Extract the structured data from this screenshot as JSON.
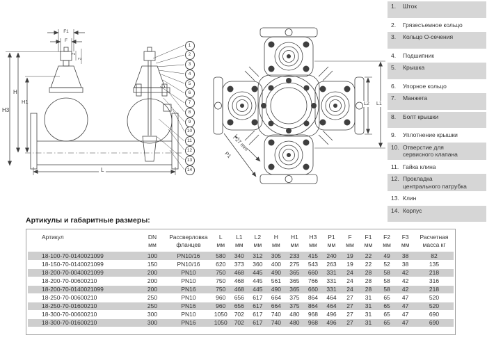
{
  "drawing": {
    "labels": {
      "f1": "F1",
      "f": "F",
      "f2": "F2",
      "f3": "F3",
      "h": "H",
      "h1": "H1",
      "h3": "H3",
      "l": "L",
      "l1": "L1",
      "l2": "L2",
      "p1": "P1",
      "dim27": "27 mm"
    },
    "callouts": [
      "1",
      "2",
      "3",
      "4",
      "5",
      "6",
      "7",
      "8",
      "9",
      "10",
      "11",
      "12",
      "13",
      "14"
    ]
  },
  "parts_list": {
    "items": [
      {
        "num": "1",
        "label": "Шток",
        "shaded": true
      },
      {
        "num": "2",
        "label": "Грязесъемное кольцо",
        "shaded": false
      },
      {
        "num": "3",
        "label": "Кольцо О-сечения",
        "shaded": true
      },
      {
        "num": "4",
        "label": "Подшипник",
        "shaded": false
      },
      {
        "num": "5",
        "label": "Крышка",
        "shaded": true
      },
      {
        "num": "6",
        "label": "Упорное кольцо",
        "shaded": false
      },
      {
        "num": "7",
        "label": "Манжета",
        "shaded": true
      },
      {
        "num": "8",
        "label": "Болт крышки",
        "shaded": true
      },
      {
        "num": "9",
        "label": "Уплотнение крышки",
        "shaded": false
      },
      {
        "num": "10",
        "label": "Отверстие для\nсервисного клапана",
        "shaded": true
      },
      {
        "num": "11",
        "label": "Гайка клина",
        "shaded": false
      },
      {
        "num": "12",
        "label": "Прокладка\nцентрального патрубка",
        "shaded": true
      },
      {
        "num": "13",
        "label": "Клин",
        "shaded": false
      },
      {
        "num": "14",
        "label": "Корпус",
        "shaded": true
      }
    ]
  },
  "table": {
    "title": "Артикулы и габаритные размеры:",
    "columns": [
      {
        "label": "Артикул",
        "unit": ""
      },
      {
        "label": "DN",
        "unit": "мм"
      },
      {
        "label": "Рассверловка",
        "unit": "фланцев"
      },
      {
        "label": "L",
        "unit": "мм"
      },
      {
        "label": "L1",
        "unit": "мм"
      },
      {
        "label": "L2",
        "unit": "мм"
      },
      {
        "label": "H",
        "unit": "мм"
      },
      {
        "label": "H1",
        "unit": "мм"
      },
      {
        "label": "H3",
        "unit": "мм"
      },
      {
        "label": "P1",
        "unit": "мм"
      },
      {
        "label": "F",
        "unit": "мм"
      },
      {
        "label": "F1",
        "unit": "мм"
      },
      {
        "label": "F2",
        "unit": "мм"
      },
      {
        "label": "F3",
        "unit": "мм"
      },
      {
        "label": "Расчетная",
        "unit": "масса кг"
      }
    ],
    "rows": [
      [
        "18-100-70-0140021099",
        "100",
        "PN10/16",
        "580",
        "340",
        "312",
        "305",
        "233",
        "415",
        "240",
        "19",
        "22",
        "49",
        "38",
        "82"
      ],
      [
        "18-150-70-0140021099",
        "150",
        "PN10/16",
        "620",
        "373",
        "360",
        "400",
        "275",
        "543",
        "263",
        "19",
        "22",
        "52",
        "38",
        "135"
      ],
      [
        "18-200-70-0040021099",
        "200",
        "PN10",
        "750",
        "468",
        "445",
        "490",
        "365",
        "660",
        "331",
        "24",
        "28",
        "58",
        "42",
        "218"
      ],
      [
        "18-200-70-00600210",
        "200",
        "PN10",
        "750",
        "468",
        "445",
        "561",
        "365",
        "766",
        "331",
        "24",
        "28",
        "58",
        "42",
        "316"
      ],
      [
        "18-200-70-0140021099",
        "200",
        "PN16",
        "750",
        "468",
        "445",
        "490",
        "365",
        "660",
        "331",
        "24",
        "28",
        "58",
        "42",
        "218"
      ],
      [
        "18-250-70-00600210",
        "250",
        "PN10",
        "960",
        "656",
        "617",
        "664",
        "375",
        "864",
        "464",
        "27",
        "31",
        "65",
        "47",
        "520"
      ],
      [
        "18-250-70-01600210",
        "250",
        "PN16",
        "960",
        "656",
        "617",
        "664",
        "375",
        "864",
        "464",
        "27",
        "31",
        "65",
        "47",
        "520"
      ],
      [
        "18-300-70-00600210",
        "300",
        "PN10",
        "1050",
        "702",
        "617",
        "740",
        "480",
        "968",
        "496",
        "27",
        "31",
        "65",
        "47",
        "690"
      ],
      [
        "18-300-70-01600210",
        "300",
        "PN16",
        "1050",
        "702",
        "617",
        "740",
        "480",
        "968",
        "496",
        "27",
        "31",
        "65",
        "47",
        "690"
      ]
    ]
  }
}
